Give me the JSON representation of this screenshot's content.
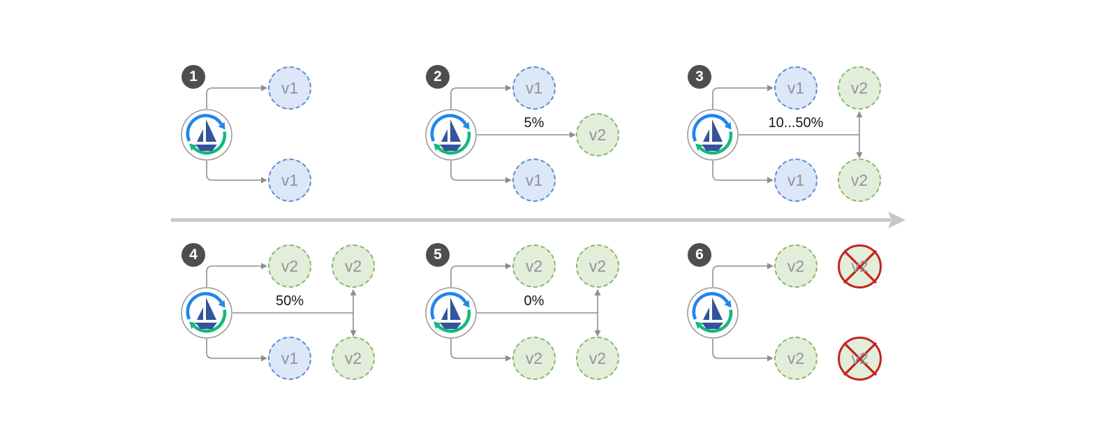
{
  "colors": {
    "v1_fill": "#dce7f8",
    "v1_border": "#6189cf",
    "v2_fill": "#e3eeda",
    "v2_border": "#82b96a",
    "node_text": "#8f949b",
    "badge_bg": "#4e4e4e",
    "badge_text": "#ffffff",
    "connector": "#8e8e8e",
    "timeline": "#c6c6c6",
    "cross": "#c4231f",
    "label_text": "#161616",
    "icon_blue": "#2186eb",
    "icon_green": "#16b87c",
    "icon_navy": "#33549c",
    "icon_ring": "#9b9b9b"
  },
  "icons": {
    "controller": "rollout-sync-sailboat-icon",
    "timeline": "timeline-right-arrow",
    "terminated": "red-cross-mark"
  },
  "steps": [
    {
      "number": "1",
      "nodes": {
        "top_a": "v1",
        "bottom_a": "v1"
      }
    },
    {
      "number": "2",
      "traffic_label": "5%",
      "nodes": {
        "top_a": "v1",
        "mid_b": "v2",
        "bottom_a": "v1"
      }
    },
    {
      "number": "3",
      "traffic_label": "10...50%",
      "nodes": {
        "top_a": "v1",
        "top_b": "v2",
        "bottom_a": "v1",
        "bottom_b": "v2"
      }
    },
    {
      "number": "4",
      "traffic_label": "50%",
      "nodes": {
        "top_a": "v2",
        "top_b": "v2",
        "bottom_a": "v1",
        "bottom_b": "v2"
      }
    },
    {
      "number": "5",
      "traffic_label": "0%",
      "nodes": {
        "top_a": "v2",
        "top_b": "v2",
        "bottom_a": "v2",
        "bottom_b": "v2"
      }
    },
    {
      "number": "6",
      "nodes": {
        "top_a": "v2",
        "top_b": "v2",
        "bottom_a": "v2",
        "bottom_b": "v2"
      },
      "terminated_nodes": [
        "top_b",
        "bottom_b"
      ]
    }
  ]
}
